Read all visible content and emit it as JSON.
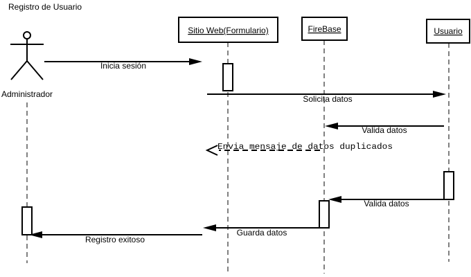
{
  "title": "Registro de Usuario",
  "actor": {
    "label": "Administrador"
  },
  "lifelines": [
    {
      "id": "sitio",
      "label": "Sitio Web(Formulario)"
    },
    {
      "id": "firebase",
      "label": "FireBase"
    },
    {
      "id": "usuario",
      "label": "Usuario"
    }
  ],
  "messages": [
    {
      "id": "inicia-sesion",
      "text": "Inicia sesión",
      "from": "admin",
      "to": "sitio",
      "style": "sync"
    },
    {
      "id": "solicita-datos",
      "text": "Solicita datos",
      "from": "sitio",
      "to": "usuario",
      "style": "sync"
    },
    {
      "id": "valida-datos-1",
      "text": "Valida datos",
      "from": "usuario",
      "to": "firebase",
      "style": "sync"
    },
    {
      "id": "envia-mensaje",
      "text": "Envia mensaje de datos duplicados",
      "from": "firebase",
      "to": "sitio",
      "style": "return"
    },
    {
      "id": "valida-datos-2",
      "text": "Valida datos",
      "from": "usuario",
      "to": "firebase",
      "style": "sync"
    },
    {
      "id": "guarda-datos",
      "text": "Guarda datos",
      "from": "firebase",
      "to": "sitio",
      "style": "sync"
    },
    {
      "id": "registro-exitoso",
      "text": "Registro exitoso",
      "from": "sitio",
      "to": "admin",
      "style": "sync"
    }
  ],
  "colors": {
    "stroke": "#000000",
    "background": "#ffffff"
  }
}
